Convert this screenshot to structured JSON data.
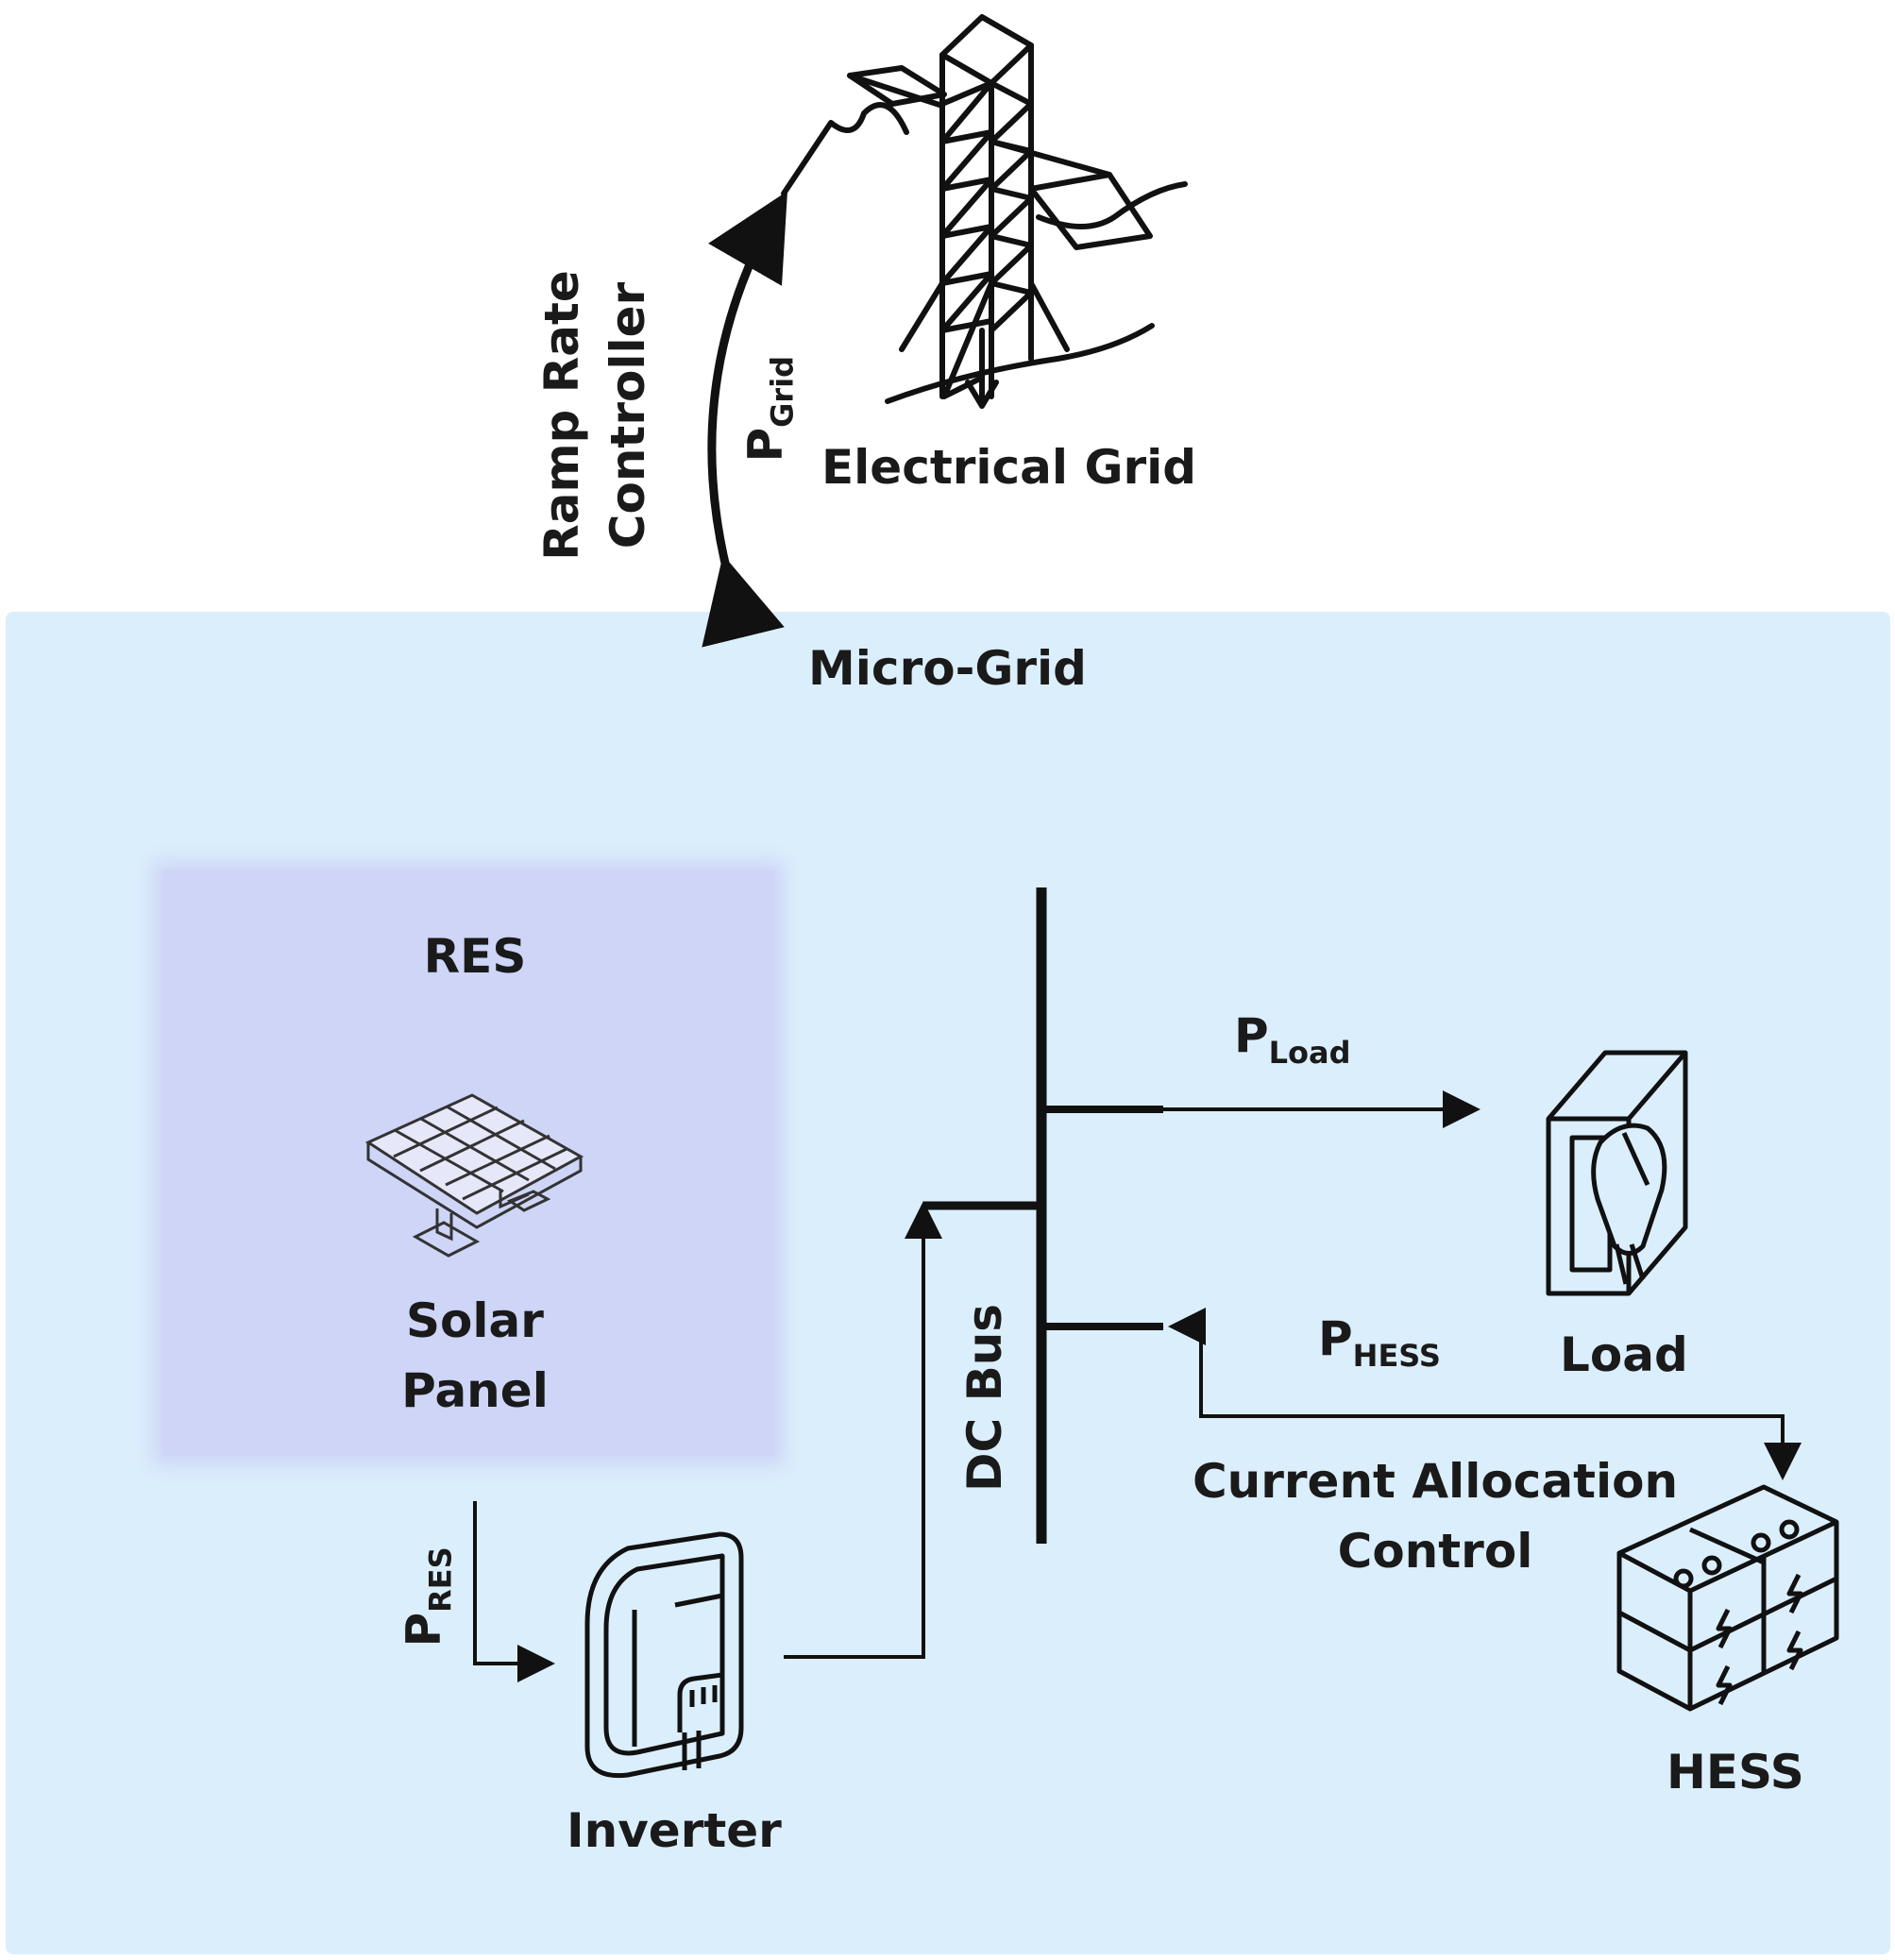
{
  "grid": {
    "label": "Electrical Grid",
    "icon": "transmission-tower-icon"
  },
  "ramp": {
    "line1": "Ramp Rate",
    "line2": "Controller",
    "power_main": "P",
    "power_sub": "Grid"
  },
  "microgrid": {
    "title": "Micro-Grid"
  },
  "res": {
    "title": "RES",
    "panel_line1": "Solar",
    "panel_line2": "Panel",
    "power_main": "P",
    "power_sub": "RES",
    "icon": "solar-panel-icon"
  },
  "inverter": {
    "label": "Inverter",
    "icon": "inverter-icon"
  },
  "bus": {
    "label": "DC Bus"
  },
  "load": {
    "label": "Load",
    "power_main": "P",
    "power_sub": "Load",
    "icon": "power-outlet-icon"
  },
  "hess": {
    "label": "HESS",
    "power_main": "P",
    "power_sub": "HESS",
    "icon": "battery-pack-icon"
  },
  "control": {
    "line1": "Current Allocation",
    "line2": "Control"
  },
  "colors": {
    "microgrid_bg": "#dbeefc",
    "res_bg": "#ced5f7",
    "line": "#111111"
  }
}
